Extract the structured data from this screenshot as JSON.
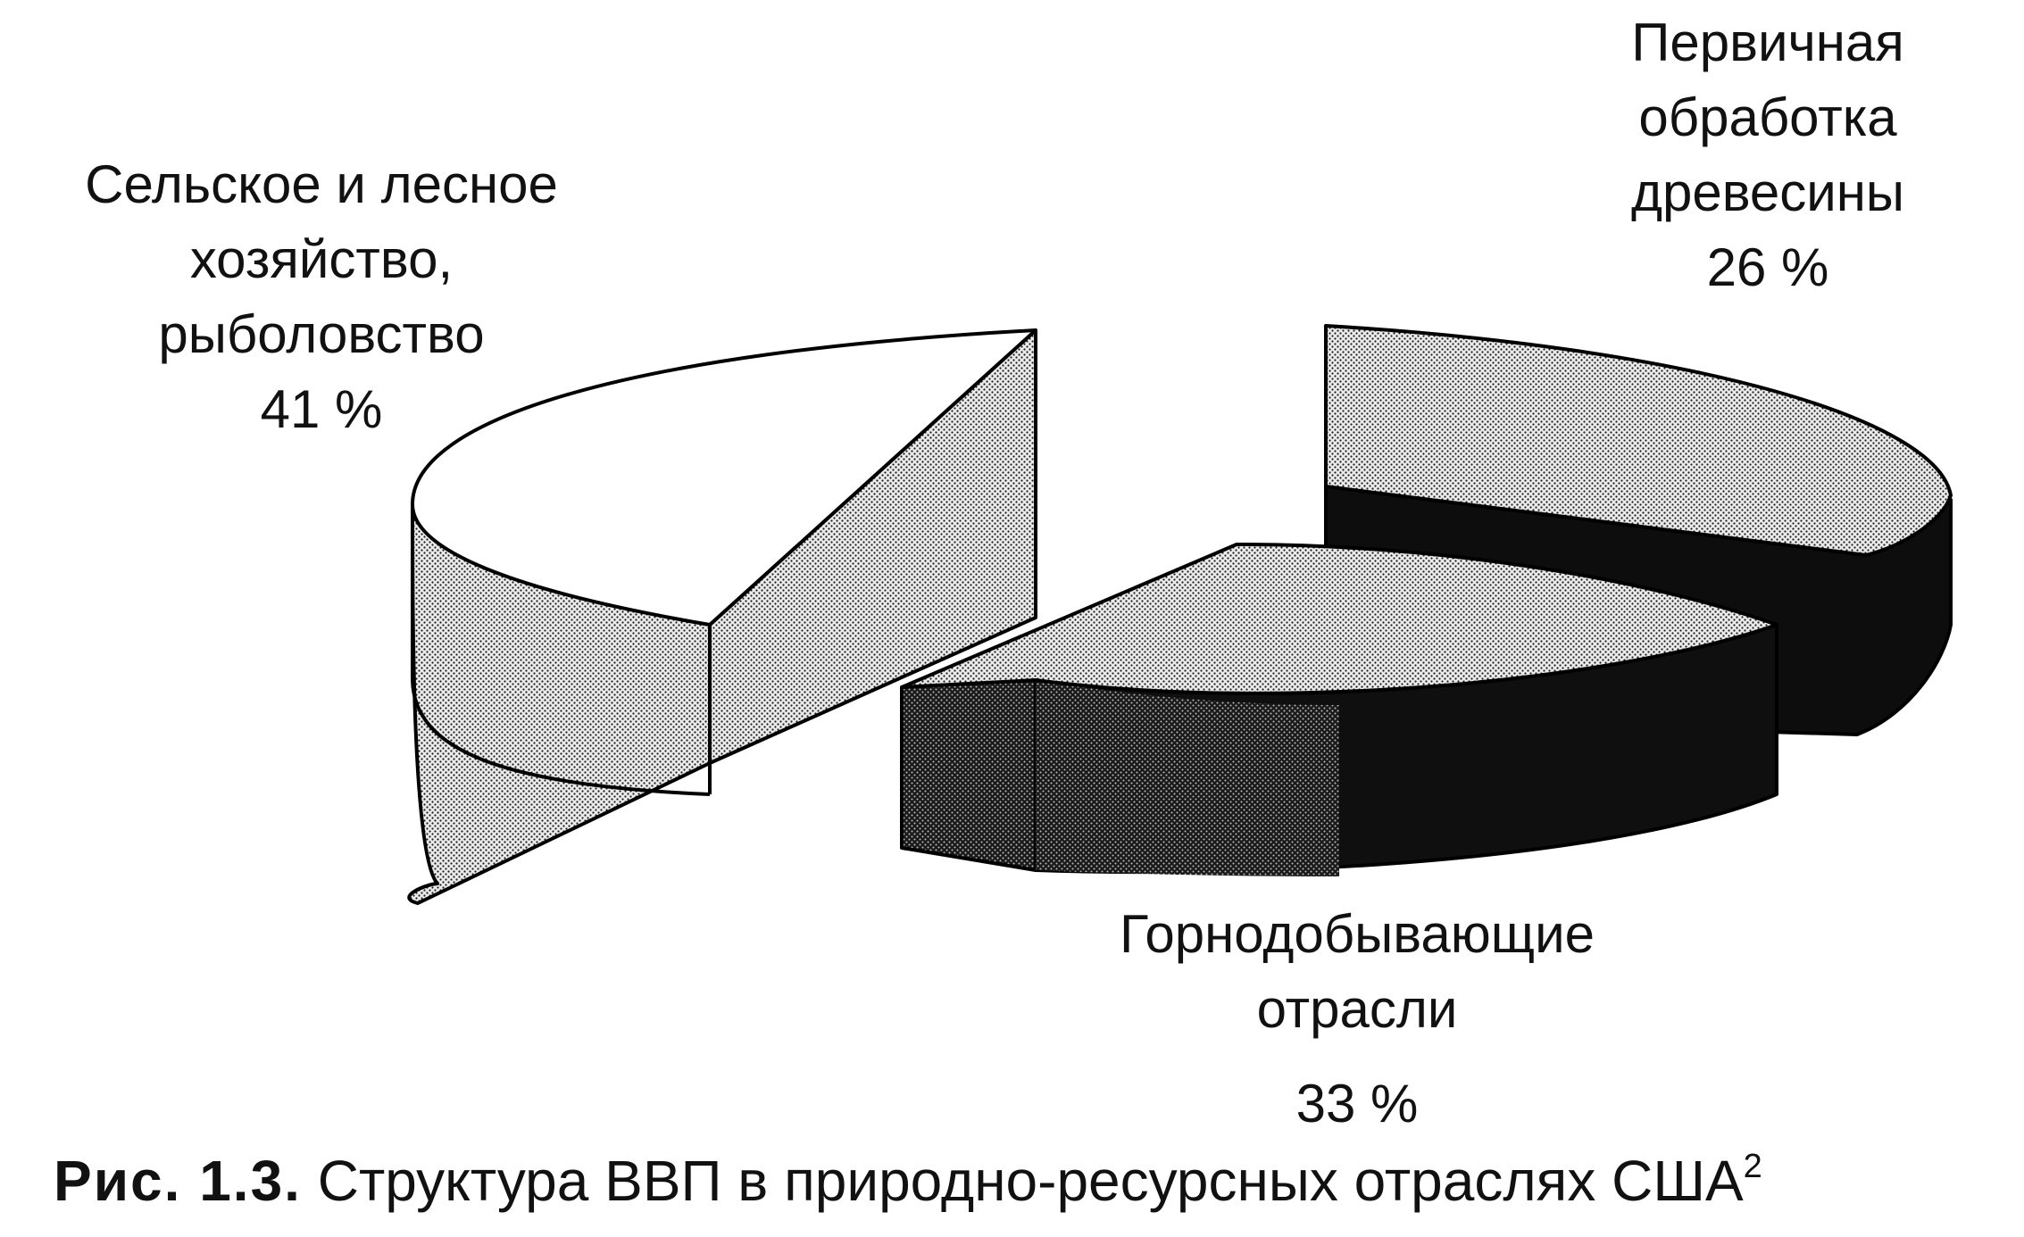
{
  "chart_data": {
    "type": "pie",
    "style": "3d-exploded",
    "categories": [
      "Сельское и лесное хозяйство, рыболовство",
      "Первичная обработка древесины",
      "Горнодобывающие отрасли"
    ],
    "values": [
      41,
      26,
      33
    ],
    "unit": "%",
    "slices": [
      {
        "lines": [
          "Сельское и лесное",
          "хозяйство,",
          "рыболовство"
        ],
        "value_label": "41 %",
        "top_fill": "white",
        "side_fill": "light-dotted"
      },
      {
        "lines": [
          "Первичная",
          "обработка",
          "древесины"
        ],
        "value_label": "26 %",
        "top_fill": "light-dotted",
        "side_fill": "black"
      },
      {
        "lines": [
          "Горнодобывающие",
          "отрасли"
        ],
        "value_label": "33 %",
        "top_fill": "light-dotted",
        "side_fill": "dark-dotted"
      }
    ],
    "legend": "none"
  },
  "caption": {
    "number": "Рис. 1.3.",
    "text": "Структура ВВП в природно-ресурсных отраслях США",
    "footnote_mark": "2"
  }
}
